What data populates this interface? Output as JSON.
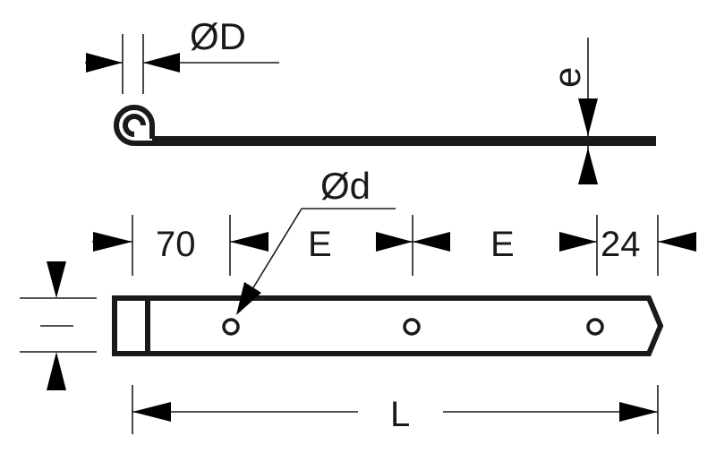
{
  "labels": {
    "outer_diameter": "ØD",
    "thickness": "e",
    "hole_diameter": "Ød",
    "first_hole_offset": "70",
    "hole_spacing": "E",
    "end_offset": "24",
    "total_length": "L"
  },
  "colors": {
    "line": "#1a1a1a",
    "arrow": "#000000",
    "background": "#ffffff"
  }
}
